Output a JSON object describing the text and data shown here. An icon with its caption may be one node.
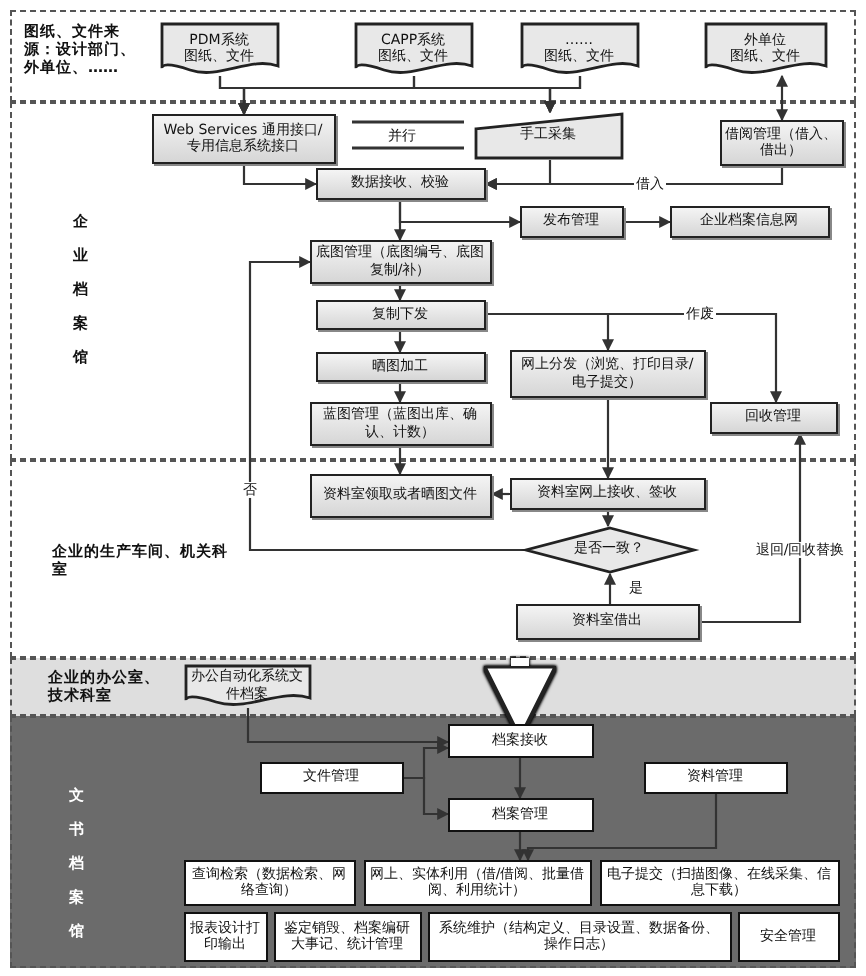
{
  "diagram": {
    "nodes": [
      {
        "text": [
          "图纸、文件来源：设计部门、外单位、……"
        ]
      },
      {
        "text": [
          "PDM系统",
          "图纸、文件"
        ],
        "in": 0
      },
      {
        "text": [
          "CAPP系统",
          "图纸、文件"
        ],
        "in": 0
      },
      {
        "text": [
          "……",
          "图纸、文件"
        ],
        "in": 0
      },
      {
        "text": [
          "外单位",
          "图纸、文件"
        ],
        "in": 0
      },
      {
        "text": [
          "企业档案馆"
        ]
      },
      {
        "text": [
          "Web Services 通用接口/专用信息系统接口"
        ],
        "in": 5
      },
      {
        "text": [
          "手工采集"
        ],
        "in": 5
      },
      {
        "text": [
          "借阅管理（借入、借出）"
        ],
        "in": 5
      },
      {
        "text": [
          "数据接收、校验"
        ],
        "in": 5
      },
      {
        "text": [
          "发布管理"
        ],
        "in": 5
      },
      {
        "text": [
          "企业档案信息网"
        ],
        "in": 5
      },
      {
        "text": [
          "底图管理（底图编号、底图复制/补）"
        ],
        "in": 5
      },
      {
        "text": [
          "复制下发"
        ],
        "in": 5
      },
      {
        "text": [
          "晒图加工"
        ],
        "in": 5
      },
      {
        "text": [
          "蓝图管理（蓝图出库、确认、计数）"
        ],
        "in": 5
      },
      {
        "text": [
          "网上分发（浏览、打印目录/电子提交）"
        ],
        "in": 5
      },
      {
        "text": [
          "回收管理"
        ],
        "in": 5
      },
      {
        "text": [
          "企业的生产车间、机关科室"
        ]
      },
      {
        "text": [
          "资料室领取或者晒图文件"
        ],
        "in": 18
      },
      {
        "text": [
          "资料室网上接收、签收"
        ],
        "in": 18
      },
      {
        "text": [
          "是否一致？"
        ],
        "in": 18
      },
      {
        "text": [
          "资料室借出"
        ],
        "in": 18
      },
      {
        "text": [
          "企业的办公室、技术科室"
        ]
      },
      {
        "text": [
          "办公自动化系统文件档案"
        ],
        "in": 23
      },
      {
        "text": [
          "文书档案馆"
        ]
      },
      {
        "text": [
          "档案接收"
        ],
        "in": 25
      },
      {
        "text": [
          "文件管理"
        ],
        "in": 25
      },
      {
        "text": [
          "档案管理"
        ],
        "in": 25
      },
      {
        "text": [
          "资料管理"
        ],
        "in": 25
      },
      {
        "text": [
          "查询检索（数据检索、网络查询）"
        ],
        "in": 25
      },
      {
        "text": [
          "网上、实体利用（借/借阅、批量借阅、利用统计）"
        ],
        "in": 25
      },
      {
        "text": [
          "电子提交（扫描图像、在线采集、信息下载）"
        ],
        "in": 25
      },
      {
        "text": [
          "报表设计打印输出"
        ],
        "in": 25
      },
      {
        "text": [
          "鉴定销毁、档案编研大事记、统计管理"
        ],
        "in": 25
      },
      {
        "text": [
          "系统维护（结构定义、目录设置、数据备份、操作日志）"
        ],
        "in": 25
      },
      {
        "text": [
          "安全管理"
        ],
        "in": 25
      }
    ],
    "edges": [
      {
        "from": 1,
        "to": 6,
        "arrow": "to"
      },
      {
        "from": 2,
        "to": 6,
        "arrow": "to"
      },
      {
        "from": 3,
        "to": 6,
        "arrow": "to"
      },
      {
        "from": 1,
        "to": 7,
        "arrow": "to"
      },
      {
        "from": 2,
        "to": 7,
        "arrow": "to"
      },
      {
        "from": 3,
        "to": 7,
        "arrow": "to"
      },
      {
        "from": 4,
        "to": 8,
        "arrow": "both"
      },
      {
        "from": 6,
        "to": 9,
        "arrow": "to"
      },
      {
        "from": 7,
        "to": 9,
        "arrow": "to"
      },
      {
        "from": 8,
        "to": 9,
        "arrow": "to",
        "label": "借入"
      },
      {
        "from": 9,
        "to": 12,
        "arrow": "to"
      },
      {
        "from": 9,
        "to": 10,
        "arrow": "to"
      },
      {
        "from": 10,
        "to": 11,
        "arrow": "to"
      },
      {
        "from": 12,
        "to": 13,
        "arrow": "to"
      },
      {
        "from": 13,
        "to": 14,
        "arrow": "to"
      },
      {
        "from": 14,
        "to": 15,
        "arrow": "to"
      },
      {
        "from": 13,
        "to": 16,
        "arrow": "to"
      },
      {
        "from": 13,
        "to": 17,
        "arrow": "to",
        "label": "作废"
      },
      {
        "from": 15,
        "to": 19,
        "arrow": "to"
      },
      {
        "from": 16,
        "to": 20,
        "arrow": "to"
      },
      {
        "from": 20,
        "to": 19,
        "arrow": "to"
      },
      {
        "from": 20,
        "to": 21,
        "arrow": "to"
      },
      {
        "from": 21,
        "to": 12,
        "arrow": "to",
        "label": "否"
      },
      {
        "from": 22,
        "to": 21,
        "arrow": "to",
        "label": "是"
      },
      {
        "from": 22,
        "to": 17,
        "arrow": "to",
        "label": "退回/回收替换"
      },
      {
        "from": 18,
        "to": 26,
        "arrow": "to",
        "style": "thick",
        "color": "#ffffff"
      },
      {
        "from": 24,
        "to": 26,
        "arrow": "to"
      },
      {
        "from": 27,
        "to": 26,
        "arrow": "to"
      },
      {
        "from": 26,
        "to": 28,
        "arrow": "to"
      },
      {
        "from": 27,
        "to": 28,
        "arrow": "to"
      },
      {
        "from": 28,
        "to": 31,
        "arrow": "to"
      },
      {
        "from": 29,
        "to": 31,
        "arrow": "to"
      }
    ],
    "labels": [
      "并行"
    ]
  }
}
